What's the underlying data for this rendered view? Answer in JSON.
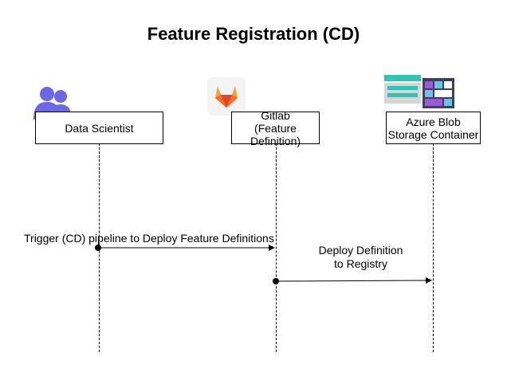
{
  "title": "Feature Registration (CD)",
  "participants": [
    {
      "label_lines": [
        "Data Scientist"
      ],
      "icon": "users-icon"
    },
    {
      "label_lines": [
        "Gitlab",
        "(Feature Definition)"
      ],
      "icon": "gitlab-icon"
    },
    {
      "label_lines": [
        "Azure Blob",
        "Storage Container"
      ],
      "icon": "azure-storage-icon"
    }
  ],
  "messages": [
    {
      "from": "Data Scientist",
      "to": "Gitlab",
      "label_lines": [
        "Trigger (CD) pipeline to Deploy Feature Definitions"
      ]
    },
    {
      "from": "Gitlab",
      "to": "Azure Blob Storage Container",
      "label_lines": [
        "Deploy Definition",
        "to Registry"
      ]
    }
  ],
  "colors": {
    "users_icon": "#6b67e8",
    "gitlab_orange": "#e24329",
    "gitlab_light": "#fca326",
    "azure_teal": "#2ec4b6",
    "azure_dark": "#3d3f5c",
    "azure_purple": "#9a5bd4"
  }
}
